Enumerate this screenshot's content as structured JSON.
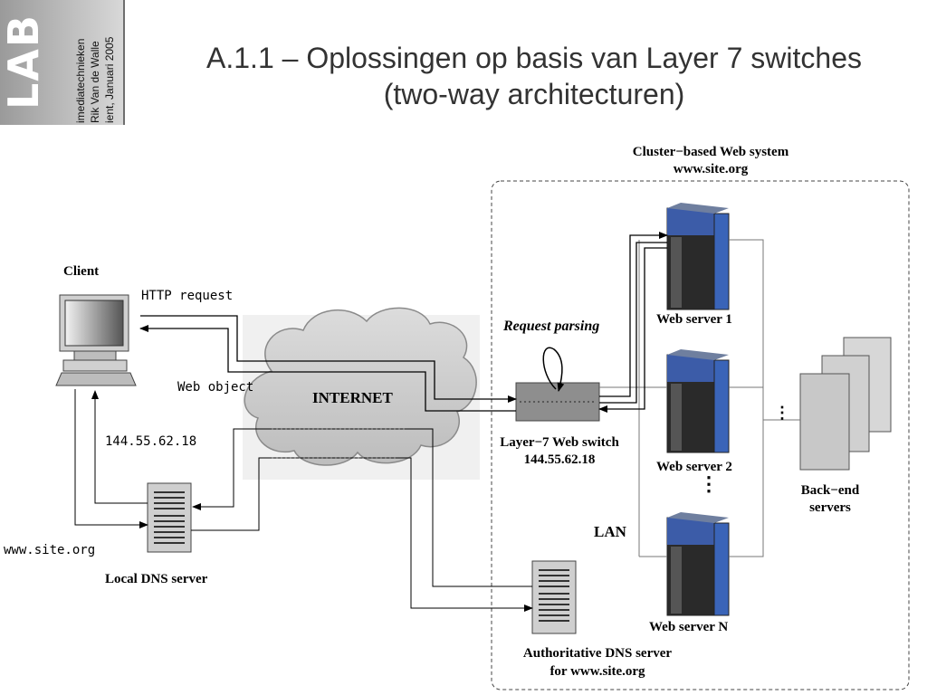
{
  "header": {
    "logo_text": "LAB",
    "side_lines": [
      "imediatechnieken",
      "Rik Van de Walle",
      "ient, Januari 2005"
    ]
  },
  "title": {
    "line1": "A.1.1 – Oplossingen op basis van Layer 7 switches",
    "line2": "(two-way architecturen)"
  },
  "diagram": {
    "cluster_title": "Cluster−based Web system",
    "cluster_url": "www.site.org",
    "client": "Client",
    "http_request": "HTTP request",
    "web_object": "Web object",
    "ip_client": "144.55.62.18",
    "internet": "INTERNET",
    "request_parsing": "Request parsing",
    "switch_label": "Layer−7 Web switch",
    "switch_ip": "144.55.62.18",
    "web_server_1": "Web server 1",
    "web_server_2": "Web server 2",
    "web_server_n": "Web server N",
    "ellipsis_v": "⋮",
    "lan": "LAN",
    "backend_line1": "Back−end",
    "backend_line2": "servers",
    "site_query": "www.site.org",
    "local_dns": "Local DNS server",
    "auth_dns_line1": "Authoritative DNS server",
    "auth_dns_line2": "for www.site.org"
  }
}
